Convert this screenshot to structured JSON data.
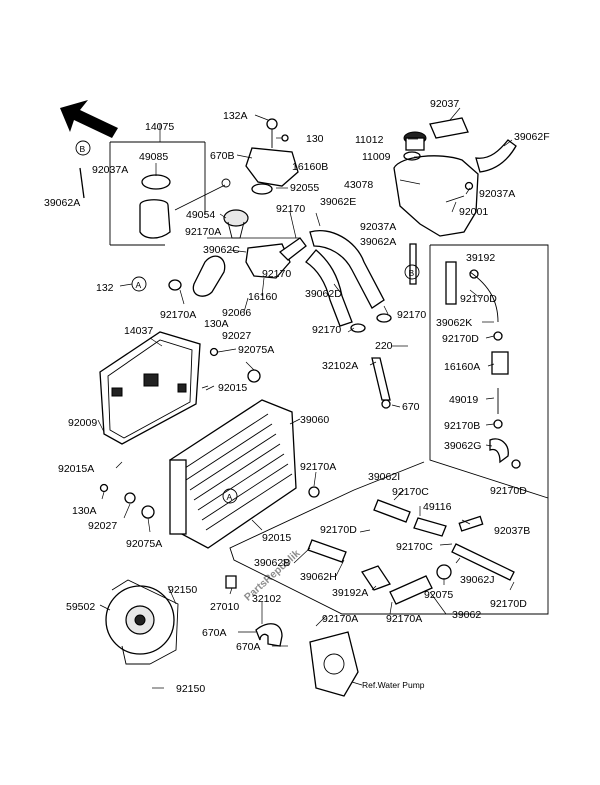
{
  "diagram": {
    "watermark": "PartsRepublik",
    "reference_note": "Ref.Water Pump",
    "labels": [
      "14075",
      "49085",
      "92037A",
      "39062A",
      "132",
      "132A",
      "130",
      "670B",
      "16160B",
      "92055",
      "11012",
      "11009",
      "43078",
      "92037",
      "39062F",
      "92037A",
      "92001",
      "49054",
      "92170",
      "39062E",
      "92170A",
      "39062C",
      "92037A",
      "39062A",
      "92170",
      "16160",
      "92066",
      "39062D",
      "92170A",
      "14037",
      "130A",
      "92027",
      "92075A",
      "92170",
      "92170",
      "32102A",
      "220",
      "92015",
      "670",
      "39192",
      "92170D",
      "39062K",
      "92170D",
      "16160A",
      "49019",
      "92170B",
      "39062G",
      "92170D",
      "92009",
      "39060",
      "92015A",
      "92170A",
      "130A",
      "92027",
      "92075A",
      "92015",
      "39062I",
      "92170C",
      "49116",
      "92037B",
      "92170D",
      "92170C",
      "39062B",
      "39062H",
      "39192A",
      "92075",
      "39062J",
      "92170D",
      "92150",
      "59502",
      "27010",
      "32102",
      "92170A",
      "92170A",
      "39062",
      "670A",
      "670A",
      "92150"
    ],
    "callouts": [
      "B",
      "A",
      "A",
      "B"
    ]
  }
}
